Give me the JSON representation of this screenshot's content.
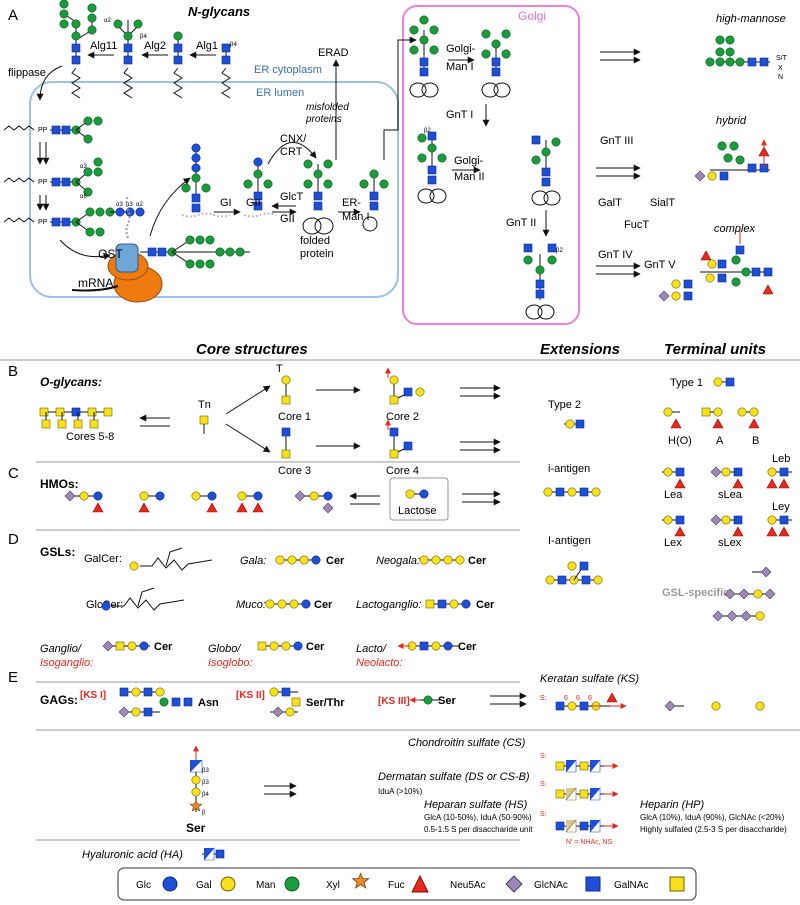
{
  "sectionA": {
    "letter": "A",
    "title": "N-glycans",
    "golgi": "Golgi",
    "er_cytoplasm": "ER cytoplasm",
    "er_lumen": "ER lumen",
    "flippase": "flippase",
    "erad": "ERAD",
    "misfolded": "misfolded",
    "proteins": "proteins",
    "alg11": "Alg11",
    "alg2": "Alg2",
    "alg1": "Alg1",
    "cnx": "CNX/",
    "crt": "CRT",
    "gi": "GI",
    "gii": "GII",
    "glct": "GlcT",
    "gii2": "GII",
    "er_man": "ER-",
    "man_i": "Man I",
    "folded": "folded",
    "protein": "protein",
    "ost": "OST",
    "mrna": "mRNA",
    "golgi_man": "Golgi-",
    "golgi_man_i": "Man I",
    "gnt_i": "GnT I",
    "golgi_man2": "Golgi-",
    "man_ii": "Man II",
    "gnt_ii": "GnT II",
    "high_mannose": "high-mannose",
    "hybrid": "hybrid",
    "complex": "complex",
    "gnt_iii": "GnT III",
    "galt": "GalT",
    "siat": "SialT",
    "fuct": "FucT",
    "gnt_iv": "GnT IV",
    "gnt_v": "GnT V",
    "stx": "S/T",
    "x": "X",
    "n": "N"
  },
  "sectionB": {
    "letter": "B",
    "title": "O-glycans:",
    "core_structures": "Core structures",
    "extensions": "Extensions",
    "terminal_units": "Terminal units",
    "cores58": "Cores 5-8",
    "tn": "Tn",
    "t": "T",
    "core1": "Core 1",
    "core2": "Core 2",
    "core3": "Core 3",
    "core4": "Core 4",
    "type2": "Type 2",
    "type1": "Type 1",
    "h": "H(O)",
    "a": "A",
    "b": "B",
    "lea": "Lea",
    "slea": "sLea",
    "leb": "Leb",
    "lex": "Lex",
    "slex": "sLex",
    "ley": "Ley"
  },
  "sectionC": {
    "letter": "C",
    "title": "HMOs:",
    "lactose": "Lactose",
    "i_antigen": "i-antigen"
  },
  "sectionD": {
    "letter": "D",
    "title": "GSLs:",
    "galcer": "GalCer:",
    "glccer": "GlcCer:",
    "gala": "Gala:",
    "neogala": "Neogala:",
    "muco": "Muco:",
    "lactoganglio": "Lactoganglio:",
    "ganglio": "Ganglio/",
    "isoganglio": "Isoganglio:",
    "globo": "Globo/",
    "isoglobo": "Isoglobo:",
    "lacto": "Lacto/",
    "neolacto": "Neolacto:",
    "cer": "Cer",
    "I_antigen": "I-antigen",
    "gsl_specific": "GSL-specific:"
  },
  "sectionE": {
    "letter": "E",
    "title": "GAGs:",
    "ks1": "[KS I]",
    "ks2": "[KS II]",
    "ks3": "[KS III]",
    "asn": "Asn",
    "serthr": "Ser/Thr",
    "ser": "Ser",
    "ser2": "Ser",
    "keratan": "Keratan  sulfate (KS)",
    "chondroitin": "Chondroitin sulfate (CS)",
    "dermatan": "Dermatan sulfate (DS or CS-B)",
    "iduA": "IduA (>10%)",
    "heparan": "Heparan sulfate (HS)",
    "heparan_d1": "GlcA (10-50%), IduA  (50-90%)",
    "heparan_d2": "0.5-1.5 S per disaccharide unit",
    "heparin": "Heparin (HP)",
    "heparin_d1": "GlcA (10%), IduA (90%), GlcNAc (<20%)",
    "heparin_d2": "Highly sulfated (2.5-3 S per disaccharide)",
    "nprime": "N' = NHAc, NS",
    "hyaluronic": "Hyaluronic acid (HA)"
  },
  "legend": {
    "items": [
      "Glc",
      "Gal",
      "Man",
      "Xyl",
      "Fuc",
      "Neu5Ac",
      "GlcNAc",
      "GalNAc"
    ]
  },
  "colors": {
    "glc": "#1f4fd6",
    "gal": "#f7e11a",
    "man": "#1a9b3c",
    "xyl": "#e98b2a",
    "fuc": "#e8271d",
    "neu5ac": "#9c89b8",
    "glcnac": "#1f4fd6",
    "galnac": "#f7e11a",
    "er": "#9dc1e6",
    "golgi": "#f07fe0"
  }
}
